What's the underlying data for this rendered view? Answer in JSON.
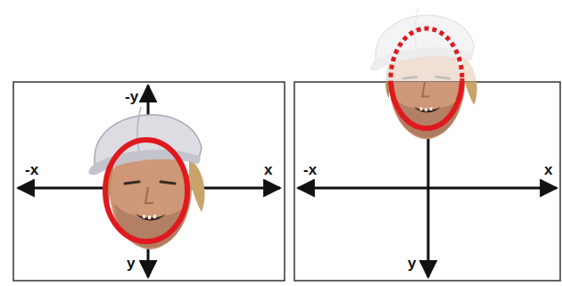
{
  "diagram": {
    "labels": [
      "-y",
      "-x",
      "x",
      "y",
      "-x",
      "x",
      "y"
    ]
  }
}
